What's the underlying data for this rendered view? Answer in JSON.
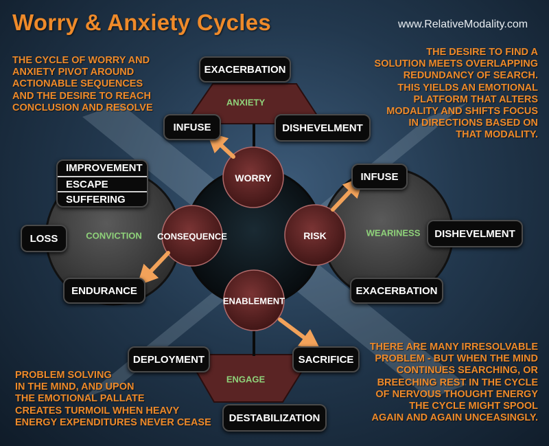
{
  "header": {
    "title": "Worry & Anxiety Cycles",
    "website": "www.RelativeModality.com"
  },
  "notes": {
    "top_left": [
      "THE CYCLE OF WORRY AND",
      "ANXIETY PIVOT AROUND",
      "ACTIONABLE SEQUENCES",
      "AND THE DESIRE TO REACH",
      "CONCLUSION AND RESOLVE"
    ],
    "top_right": [
      "THE DESIRE TO FIND A",
      "SOLUTION MEETS OVERLAPPING",
      "REDUNDANCY OF SEARCH.",
      "THIS YIELDS AN EMOTIONAL",
      "PLATFORM THAT ALTERS",
      "MODALITY AND SHIFTS FOCUS",
      "IN DIRECTIONS BASED ON",
      "THAT MODALITY."
    ],
    "bottom_left": [
      "PROBLEM SOLVING",
      "IN THE MIND, AND UPON",
      "THE EMOTIONAL PALLATE",
      "CREATES TURMOIL WHEN HEAVY",
      "ENERGY EXPENDITURES NEVER CEASE"
    ],
    "bottom_right": [
      "THERE ARE MANY IRRESOLVABLE",
      "PROBLEM - BUT WHEN THE MIND",
      "CONTINUES SEARCHING, OR",
      "BREECHING REST IN THE CYCLE",
      "OF NERVOUS THOUGHT ENERGY",
      "THE CYCLE MIGHT SPOOL",
      "AGAIN AND AGAIN UNCEASINGLY."
    ]
  },
  "hub": {
    "worry": "WORRY",
    "risk": "RISK",
    "consequence": "CONSEQUENCE",
    "enablement": "ENABLEMENT"
  },
  "anxiety_group": {
    "label": "ANXIETY",
    "exacerbation": "EXACERBATION",
    "infuse": "INFUSE",
    "dishevelment": "DISHEVELMENT"
  },
  "weariness_group": {
    "label": "WEARINESS",
    "infuse": "INFUSE",
    "dishevelment": "DISHEVELMENT",
    "exacerbation": "EXACERBATION"
  },
  "conviction_group": {
    "label": "CONVICTION",
    "stack": [
      "IMPROVEMENT",
      "ESCAPE",
      "SUFFERING"
    ],
    "loss": "LOSS",
    "endurance": "ENDURANCE"
  },
  "engage_group": {
    "label": "ENGAGE",
    "deployment": "DEPLOYMENT",
    "sacrifice": "SACRIFICE",
    "destabilization": "DESTABILIZATION"
  },
  "colors": {
    "title_orange": "#ee8a2a",
    "green_label": "#8fd27a",
    "maroon": "#5a2424",
    "box_black": "#0a0a0a"
  }
}
